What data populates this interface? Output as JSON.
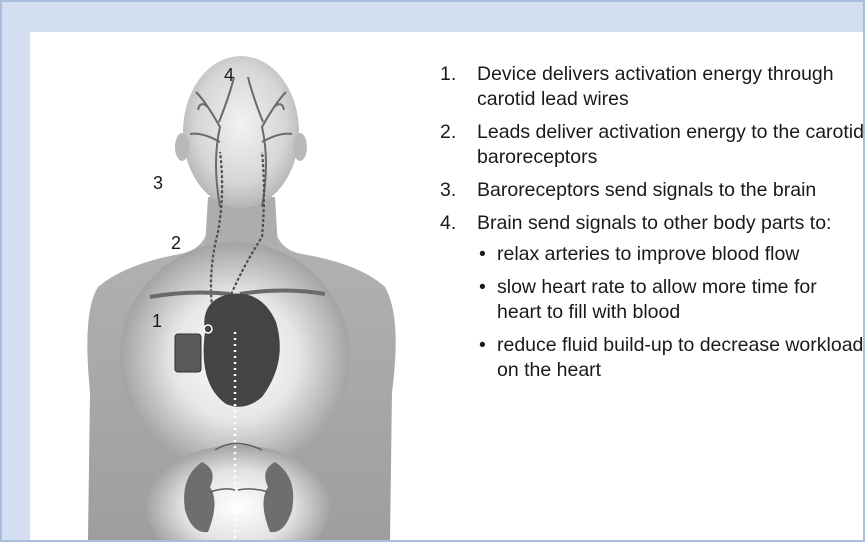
{
  "labels": {
    "l1": "1",
    "l2": "2",
    "l3": "3",
    "l4": "4"
  },
  "steps": [
    {
      "num": "1.",
      "text": "Device delivers activation energy through carotid lead wires"
    },
    {
      "num": "2.",
      "text": "Leads deliver activation energy to the carotid baroreceptors"
    },
    {
      "num": "3.",
      "text": "Baroreceptors send signals to the brain"
    },
    {
      "num": "4.",
      "text": "Brain send signals to other body parts to:"
    }
  ],
  "sub_bullets": [
    {
      "bullet": "•",
      "text": "relax arteries to improve blood flow"
    },
    {
      "bullet": "•",
      "text": "slow heart rate to allow more time for heart to fill with blood"
    },
    {
      "bullet": "•",
      "text": "reduce fluid build-up to decrease workload on the heart"
    }
  ],
  "colors": {
    "frame": "#d3def0",
    "frame_border": "#a9bedc",
    "body": "#a3a3a3",
    "heart": "#444444"
  }
}
